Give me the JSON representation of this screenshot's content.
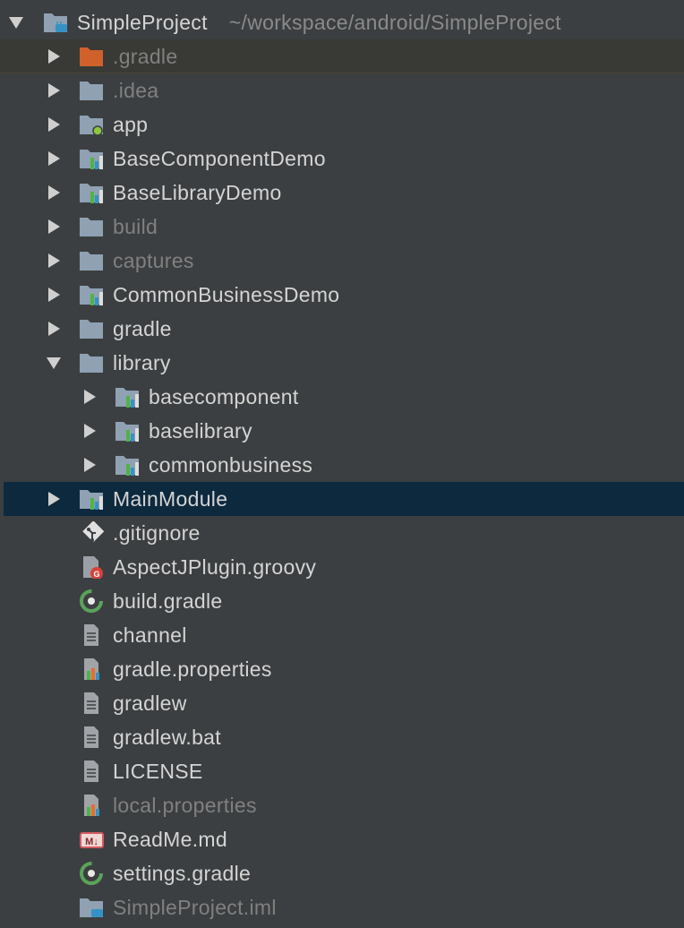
{
  "project": {
    "name": "SimpleProject",
    "path": "~/workspace/android/SimpleProject"
  },
  "colors": {
    "background": "#3c3f41",
    "selection": "#0d293e",
    "folder": "#8fa1b3",
    "excluded_folder": "#d0612b",
    "gradle_green": "#5aa35a",
    "module_bar_green": "#4fb348",
    "module_bar_blue": "#3592c4",
    "groovy_red": "#d8423c",
    "markdown_red": "#d35b63"
  },
  "items": [
    {
      "label": "SimpleProject",
      "icon": "project-folder-icon",
      "expanded": true
    },
    {
      "label": ".gradle",
      "icon": "excluded-folder-icon",
      "expanded": false,
      "dim": true
    },
    {
      "label": ".idea",
      "icon": "folder-icon",
      "expanded": false,
      "dim": true
    },
    {
      "label": "app",
      "icon": "app-module-folder-icon",
      "expanded": false
    },
    {
      "label": "BaseComponentDemo",
      "icon": "module-folder-icon",
      "expanded": false
    },
    {
      "label": "BaseLibraryDemo",
      "icon": "module-folder-icon",
      "expanded": false
    },
    {
      "label": "build",
      "icon": "folder-icon",
      "expanded": false,
      "dim": true
    },
    {
      "label": "captures",
      "icon": "folder-icon",
      "expanded": false,
      "dim": true
    },
    {
      "label": "CommonBusinessDemo",
      "icon": "module-folder-icon",
      "expanded": false
    },
    {
      "label": "gradle",
      "icon": "folder-icon",
      "expanded": false
    },
    {
      "label": "library",
      "icon": "folder-icon",
      "expanded": true
    },
    {
      "label": "basecomponent",
      "icon": "module-folder-icon",
      "expanded": false
    },
    {
      "label": "baselibrary",
      "icon": "module-folder-icon",
      "expanded": false
    },
    {
      "label": "commonbusiness",
      "icon": "module-folder-icon",
      "expanded": false
    },
    {
      "label": "MainModule",
      "icon": "module-folder-icon",
      "expanded": false,
      "selected": true
    },
    {
      "label": ".gitignore",
      "icon": "git-file-icon"
    },
    {
      "label": "AspectJPlugin.groovy",
      "icon": "groovy-file-icon"
    },
    {
      "label": "build.gradle",
      "icon": "gradle-file-icon"
    },
    {
      "label": "channel",
      "icon": "text-file-icon"
    },
    {
      "label": "gradle.properties",
      "icon": "properties-file-icon"
    },
    {
      "label": "gradlew",
      "icon": "text-file-icon"
    },
    {
      "label": "gradlew.bat",
      "icon": "text-file-icon"
    },
    {
      "label": "LICENSE",
      "icon": "text-file-icon"
    },
    {
      "label": "local.properties",
      "icon": "properties-file-icon",
      "dim": true
    },
    {
      "label": "ReadMe.md",
      "icon": "markdown-file-icon"
    },
    {
      "label": "settings.gradle",
      "icon": "gradle-file-icon"
    },
    {
      "label": "SimpleProject.iml",
      "icon": "iml-file-icon",
      "dim": true
    }
  ]
}
